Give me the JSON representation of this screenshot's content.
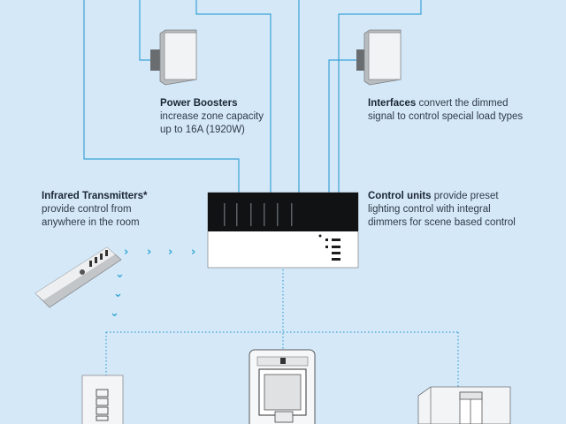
{
  "power_boosters": {
    "title": "Power Boosters",
    "line1": "increase zone capacity",
    "line2": "up to 16A (1920W)"
  },
  "interfaces": {
    "title": "Interfaces",
    "line1_rest": " convert the dimmed",
    "line2": "signal to control special load types"
  },
  "infrared": {
    "title": "Infrared Transmitters*",
    "line1": "provide control from",
    "line2": "anywhere in the room"
  },
  "control_units": {
    "title": "Control units",
    "line1_rest": " provide preset",
    "line2": "lighting control with integral",
    "line3": "dimmers for scene based control"
  },
  "colors": {
    "background": "#d5e8f8",
    "wire": "#3aa3d8",
    "accent": "#34a6d6"
  },
  "icons": {
    "ir_signal": "chevron-right-icon",
    "ir_signal_down": "chevron-down-icon"
  }
}
